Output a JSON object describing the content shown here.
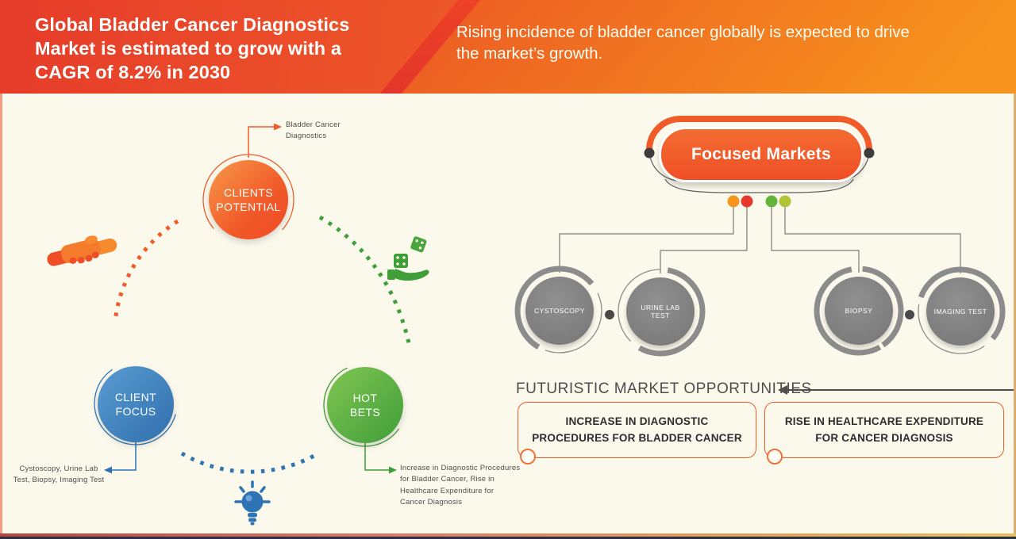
{
  "header": {
    "title": "Global Bladder Cancer Diagnostics\nMarket is estimated to grow with a\nCAGR of 8.2% in 2030",
    "subtitle": "Rising incidence of bladder cancer globally is expected to drive\nthe market’s growth."
  },
  "client_map": {
    "clients_potential": {
      "label": "CLIENTS\nPOTENTIAL",
      "annotation": "Bladder Cancer\nDiagnostics",
      "color": "#f15a29",
      "icon": "handshake-icon"
    },
    "client_focus": {
      "label": "CLIENT\nFOCUS",
      "annotation": "Cystoscopy, Urine Lab\nTest, Biopsy, Imaging Test",
      "color": "#2e74b5",
      "icon": "lightbulb-icon"
    },
    "hot_bets": {
      "label": "HOT\nBETS",
      "annotation": "Increase in Diagnostic Procedures\nfor Bladder Cancer, Rise in\nHealthcare Expenditure for\nCancer Diagnosis",
      "color": "#3f9e38",
      "icon": "dice-in-hand-icon"
    }
  },
  "focused_markets": {
    "title": "Focused Markets",
    "segments": [
      "CYSTOSCOPY",
      "URINE LAB TEST",
      "BIOPSY",
      "IMAGING TEST"
    ],
    "dot_colors": [
      "#f7941d",
      "#e6392b",
      "#62b43a",
      "#b0c43a"
    ]
  },
  "opportunities": {
    "heading": "FUTURISTIC MARKET OPPORTUNITIES",
    "items": [
      "INCREASE IN DIAGNOSTIC\nPROCEDURES FOR BLADDER CANCER",
      "RISE IN HEALTHCARE EXPENDITURE\nFOR CANCER DIAGNOSIS"
    ]
  },
  "colors": {
    "header_gradient_start": "#e63c2a",
    "header_gradient_end": "#f7941d",
    "background": "#fbf8ec",
    "accent_orange": "#f15a29",
    "blue": "#2e74b5",
    "green": "#3f9e38",
    "gray_circle": "#858585",
    "text_dark": "#4d4d4d"
  }
}
